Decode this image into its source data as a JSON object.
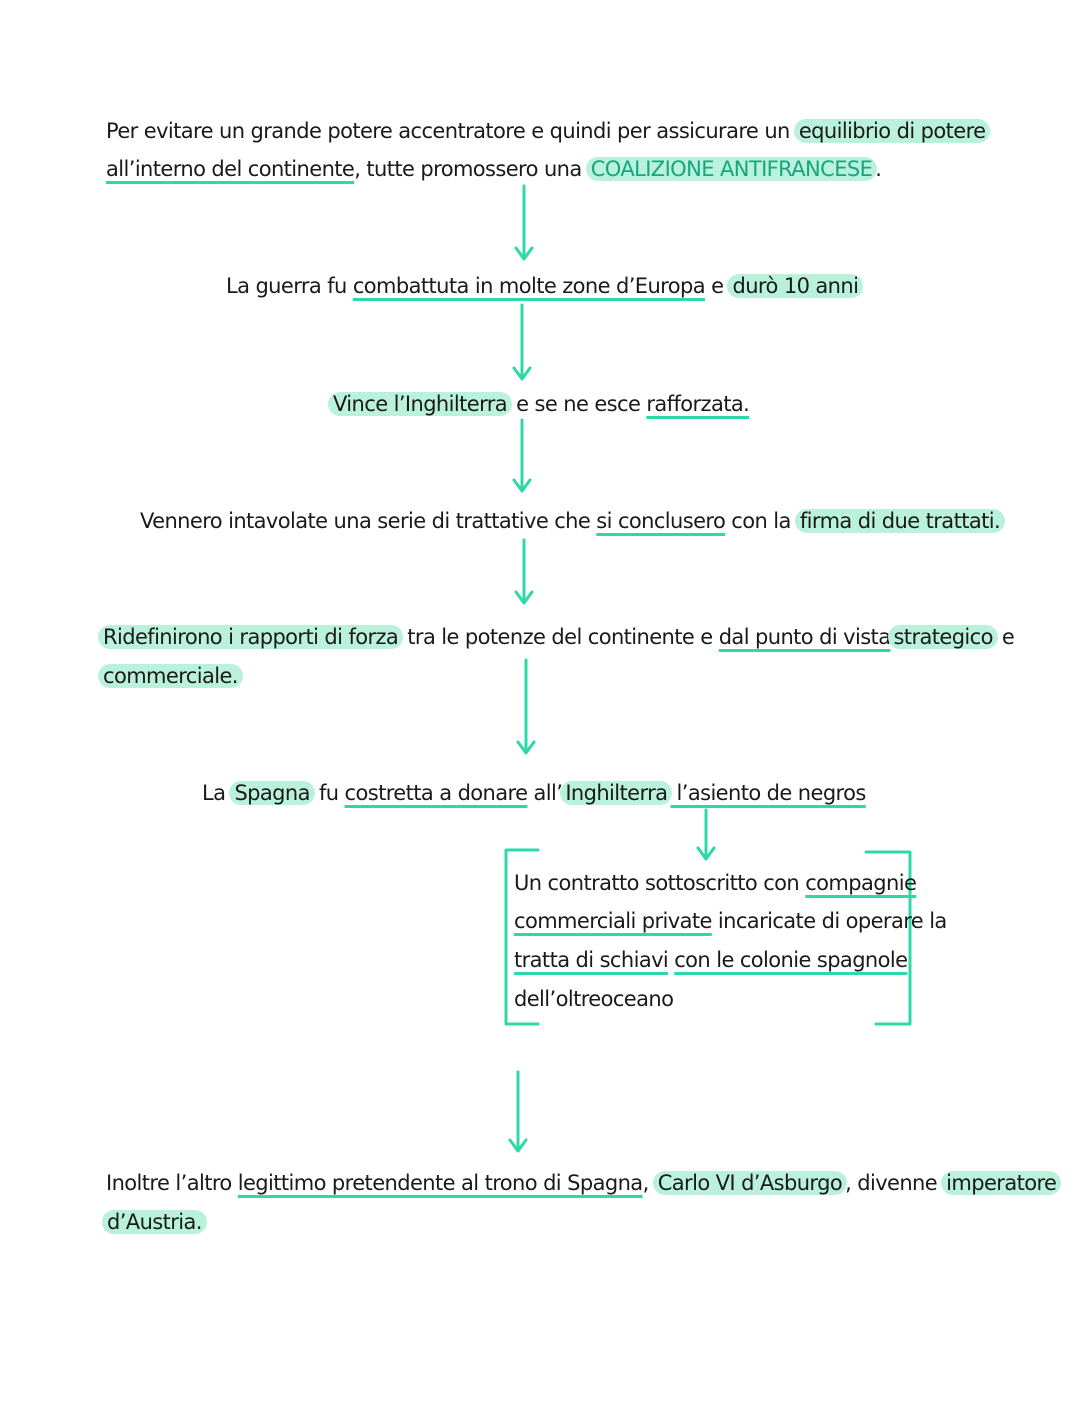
{
  "colors": {
    "accent": "#2ed8a8",
    "highlight": "#b9f1dd",
    "ink": "#1a1a1a"
  },
  "block1": {
    "line1_a": "Per evitare un grande potere accentratore e quindi per assicurare un ",
    "line1_hl": "equilibrio di potere",
    "line2_ul": "all’interno del continente",
    "line2_b": ", tutte promossero una ",
    "line2_hl": "COALIZIONE ANTIFRANCESE",
    "line2_c": "."
  },
  "block2": {
    "a": "La guerra fu ",
    "ul": "combattuta in molte zone d’Europa",
    "b": " e ",
    "hl": "durò 10 anni"
  },
  "block3": {
    "hl": "Vince l’Inghilterra",
    "a": " e se ne esce ",
    "ul": "rafforzata."
  },
  "block4": {
    "a": "Vennero intavolate una serie di trattative che ",
    "ul": "si conclusero",
    "b": " con la ",
    "hl": "firma di due trattati."
  },
  "block5": {
    "hl1": "Ridefinirono i rapporti di forza",
    "a": " tra le potenze del continente e ",
    "ul": "dal punto di vista",
    "hl2": "strategico",
    "b": " e",
    "hl3": "commerciale."
  },
  "block6": {
    "a": "La ",
    "hl1": "Spagna",
    "b": " fu ",
    "ul1": "costretta a donare",
    "c": " all’",
    "hl2": "Inghilterra",
    "ul2": " l’asiento de negros"
  },
  "box": {
    "l1_a": "Un contratto sottoscritto con ",
    "l1_ul": "compagnie",
    "l2_ul": "commerciali private",
    "l2_b": " incaricate di operare la",
    "l3_ul1": "tratta di schiavi",
    "l3_b": " ",
    "l3_ul2": "con le colonie spagnole",
    "l4": "dell’oltreoceano"
  },
  "block7": {
    "a": "Inoltre l’altro ",
    "ul": "legittimo pretendente al trono di Spagna",
    "b": ", ",
    "hl1": "Carlo VI d’Asburgo",
    "c": ", divenne ",
    "hl2": "imperatore",
    "hl3": "d’Austria."
  }
}
